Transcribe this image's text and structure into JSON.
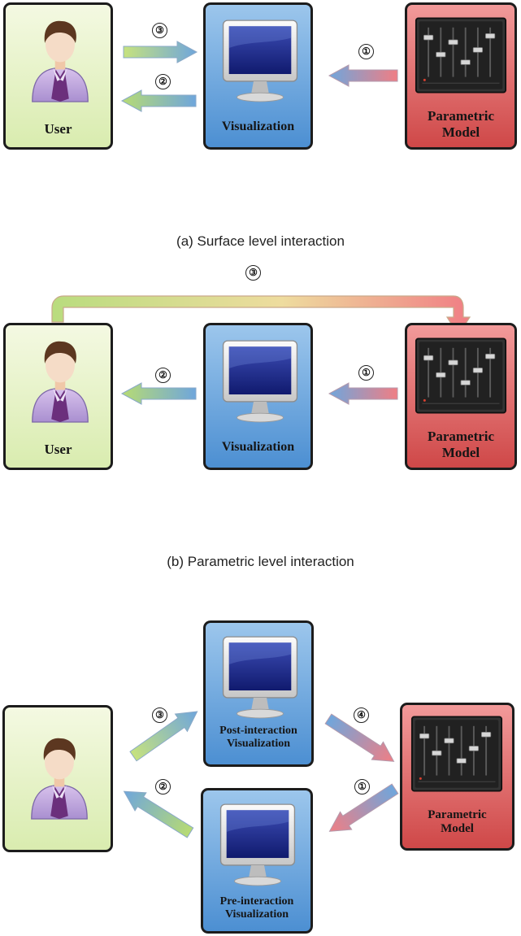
{
  "figure": {
    "panels": [
      {
        "caption": "(a) Surface level interaction",
        "user_label": "User",
        "vis_label": "Visualization",
        "model_label": "Parametric Model",
        "step_numbers": [
          "③",
          "②",
          "①"
        ]
      },
      {
        "caption": "(b) Parametric level interaction",
        "user_label": "User",
        "vis_label": "Visualization",
        "model_label": "Parametric Model",
        "step_numbers": [
          "③",
          "②",
          "①"
        ]
      },
      {
        "user_label": "",
        "post_vis_label": "Post-interaction Visualization",
        "pre_vis_label": "Pre-interaction Visualization",
        "model_label": "Parametric Model",
        "step_numbers": [
          "③",
          "④",
          "②",
          "①"
        ]
      }
    ]
  },
  "colors": {
    "user_card": "#dcedb3",
    "visualization_card": "#5a9ad8",
    "model_card": "#df6a6a",
    "arrow_green": "#b5db73",
    "arrow_blue": "#6fa6dc",
    "arrow_red": "#f07e84"
  },
  "icons": [
    "user-avatar-icon",
    "monitor-icon",
    "mixer-control-icon"
  ]
}
